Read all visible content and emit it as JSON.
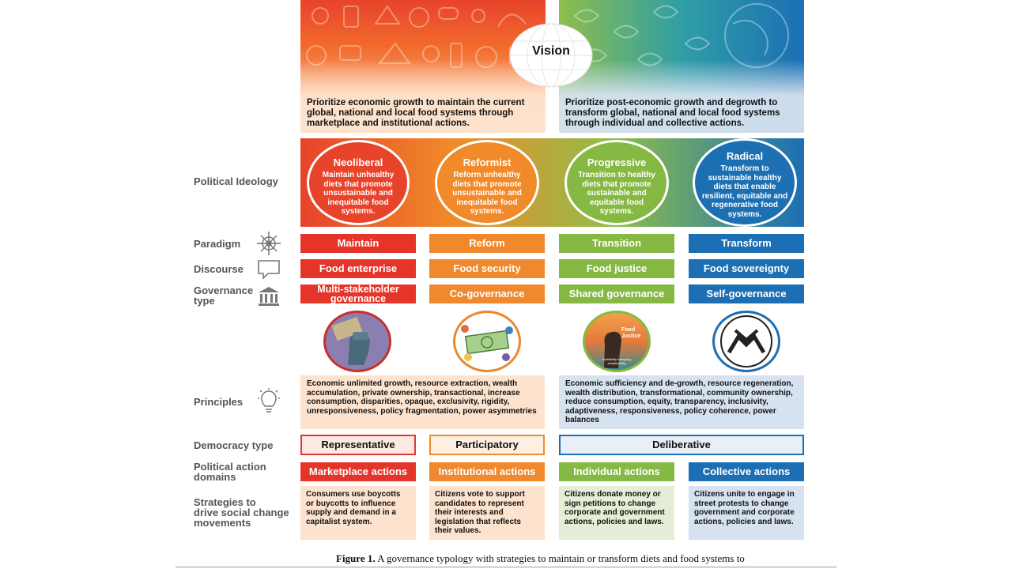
{
  "vision": {
    "label": "Vision",
    "left_text": "Prioritize economic growth to maintain the current global, national and local food systems through marketplace and institutional actions.",
    "right_text": "Prioritize post-economic growth and degrowth to transform global, national and local food systems through individual and collective actions."
  },
  "row_labels": {
    "political_ideology": "Political Ideology",
    "paradigm": "Paradigm",
    "discourse": "Discourse",
    "governance_type_1": "Governance",
    "governance_type_2": "type",
    "principles": "Principles",
    "democracy_type": "Democracy type",
    "political_action_1": "Political action",
    "political_action_2": "domains",
    "strategies_1": "Strategies to",
    "strategies_2": "drive social change",
    "strategies_3": "movements"
  },
  "ideologies": [
    {
      "title": "Neoliberal",
      "desc": "Maintain unhealthy diets that promote unsustainable and inequitable food systems."
    },
    {
      "title": "Reformist",
      "desc": "Reform unhealthy diets that promote unsustainable and inequitable food systems."
    },
    {
      "title": "Progressive",
      "desc": "Transition to healthy diets that promote sustainable and equitable food systems."
    },
    {
      "title": "Radical",
      "desc": "Transform to sustainable healthy diets that enable resilient, equitable and regenerative food systems."
    }
  ],
  "paradigm": [
    "Maintain",
    "Reform",
    "Transition",
    "Transform"
  ],
  "discourse": [
    "Food enterprise",
    "Food security",
    "Food justice",
    "Food sovereignty"
  ],
  "governance": [
    "Multi-stakeholder governance",
    "Co-governance",
    "Shared governance",
    "Self-governance"
  ],
  "emblems": {
    "food_justice": "Food Justice",
    "food_justice_sub": "availability adequacy sustainability"
  },
  "principles": {
    "left": "Economic unlimited growth, resource extraction, wealth accumulation, private ownership, transactional, increase consumption, disparities, opaque, exclusivity, rigidity, unresponsiveness, policy fragmentation, power asymmetries",
    "right": "Economic sufficiency and de-growth, resource regeneration, wealth distribution, transformational, community ownership, reduce consumption, equity, transparency, inclusivity, adaptiveness, responsiveness, policy coherence, power balances"
  },
  "democracy": [
    "Representative",
    "Participatory",
    "Deliberative"
  ],
  "action_domains": [
    "Marketplace actions",
    "Institutional actions",
    "Individual actions",
    "Collective actions"
  ],
  "strategies": [
    "Consumers use boycotts or buycotts to influence supply and demand in a capitalist system.",
    "Citizens vote to support candidates to represent their interests and legislation that reflects their values.",
    "Citizens donate money or sign petitions to change corporate and government actions, policies and laws.",
    "Citizens unite to engage in street protests to change government and corporate actions, policies and laws."
  ],
  "caption": {
    "label": "Figure 1.",
    "text": "A governance typology with strategies to maintain or transform diets and food systems to"
  },
  "colors": {
    "red": "#e5352a",
    "orange": "#f0892d",
    "green": "#86b943",
    "blue": "#1d6fb3"
  }
}
